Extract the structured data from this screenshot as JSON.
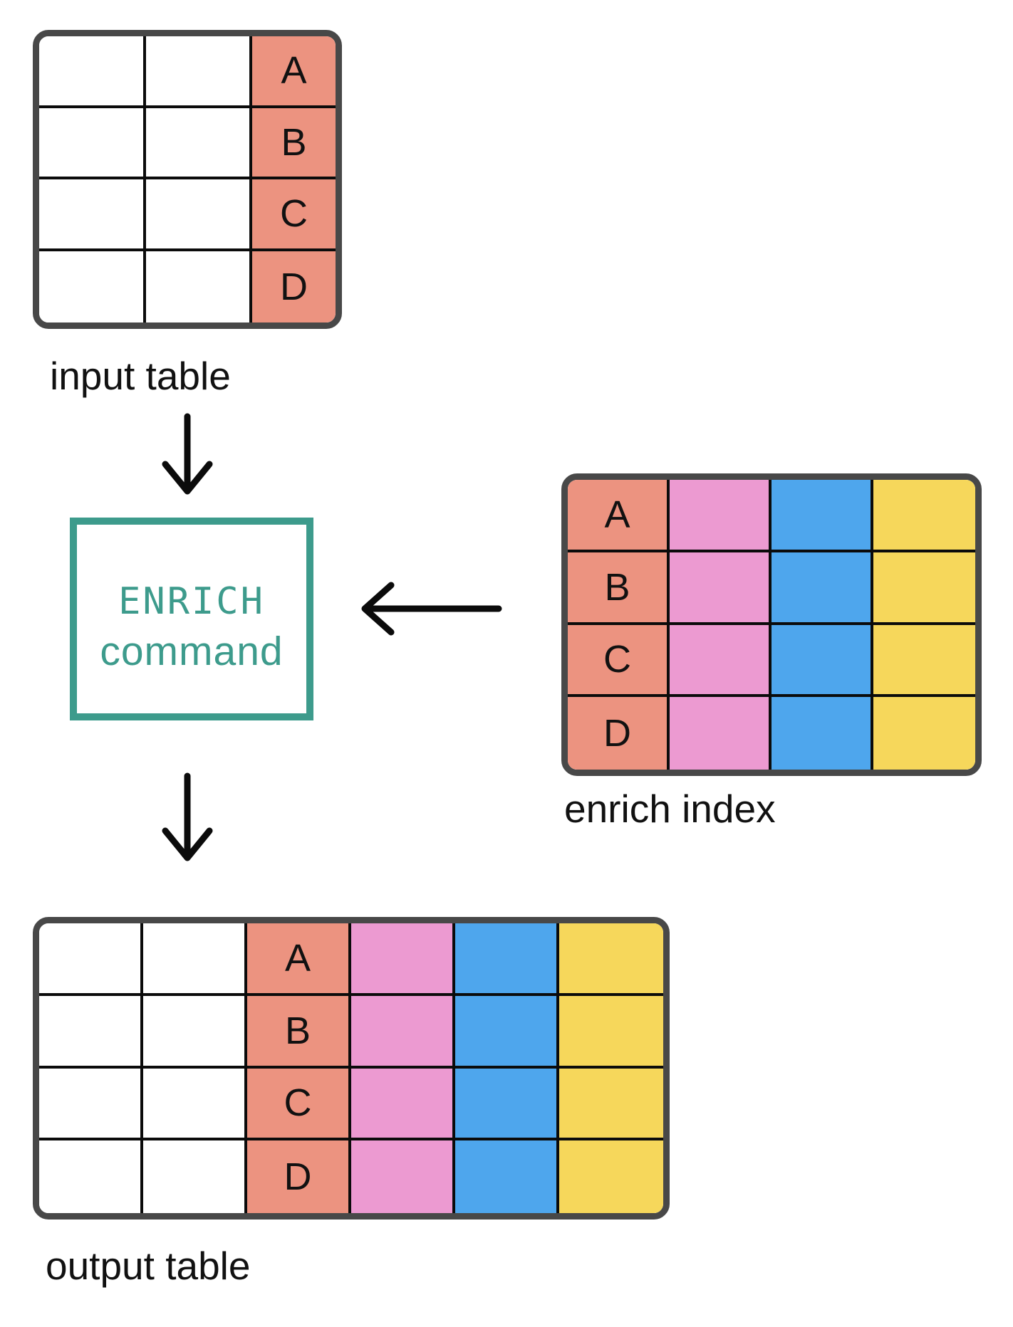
{
  "palette": {
    "salmon": "#ec9380",
    "pink": "#ec9ad1",
    "blue": "#4ea6ed",
    "yellow": "#f6d75b",
    "teal": "#3d9b8c",
    "table_border": "#484848",
    "gridline": "#0b0b0b",
    "ink": "#111111",
    "background": "#ffffff"
  },
  "input_table": {
    "label": "input table",
    "rows": [
      [
        {
          "color": "white",
          "text": ""
        },
        {
          "color": "white",
          "text": ""
        },
        {
          "color": "salmon",
          "text": "A"
        }
      ],
      [
        {
          "color": "white",
          "text": ""
        },
        {
          "color": "white",
          "text": ""
        },
        {
          "color": "salmon",
          "text": "B"
        }
      ],
      [
        {
          "color": "white",
          "text": ""
        },
        {
          "color": "white",
          "text": ""
        },
        {
          "color": "salmon",
          "text": "C"
        }
      ],
      [
        {
          "color": "white",
          "text": ""
        },
        {
          "color": "white",
          "text": ""
        },
        {
          "color": "salmon",
          "text": "D"
        }
      ]
    ]
  },
  "enrich_index": {
    "label": "enrich index",
    "rows": [
      [
        {
          "color": "salmon",
          "text": "A"
        },
        {
          "color": "pink",
          "text": ""
        },
        {
          "color": "blue",
          "text": ""
        },
        {
          "color": "yellow",
          "text": ""
        }
      ],
      [
        {
          "color": "salmon",
          "text": "B"
        },
        {
          "color": "pink",
          "text": ""
        },
        {
          "color": "blue",
          "text": ""
        },
        {
          "color": "yellow",
          "text": ""
        }
      ],
      [
        {
          "color": "salmon",
          "text": "C"
        },
        {
          "color": "pink",
          "text": ""
        },
        {
          "color": "blue",
          "text": ""
        },
        {
          "color": "yellow",
          "text": ""
        }
      ],
      [
        {
          "color": "salmon",
          "text": "D"
        },
        {
          "color": "pink",
          "text": ""
        },
        {
          "color": "blue",
          "text": ""
        },
        {
          "color": "yellow",
          "text": ""
        }
      ]
    ]
  },
  "output_table": {
    "label": "output table",
    "rows": [
      [
        {
          "color": "white",
          "text": ""
        },
        {
          "color": "white",
          "text": ""
        },
        {
          "color": "salmon",
          "text": "A"
        },
        {
          "color": "pink",
          "text": ""
        },
        {
          "color": "blue",
          "text": ""
        },
        {
          "color": "yellow",
          "text": ""
        }
      ],
      [
        {
          "color": "white",
          "text": ""
        },
        {
          "color": "white",
          "text": ""
        },
        {
          "color": "salmon",
          "text": "B"
        },
        {
          "color": "pink",
          "text": ""
        },
        {
          "color": "blue",
          "text": ""
        },
        {
          "color": "yellow",
          "text": ""
        }
      ],
      [
        {
          "color": "white",
          "text": ""
        },
        {
          "color": "white",
          "text": ""
        },
        {
          "color": "salmon",
          "text": "C"
        },
        {
          "color": "pink",
          "text": ""
        },
        {
          "color": "blue",
          "text": ""
        },
        {
          "color": "yellow",
          "text": ""
        }
      ],
      [
        {
          "color": "white",
          "text": ""
        },
        {
          "color": "white",
          "text": ""
        },
        {
          "color": "salmon",
          "text": "D"
        },
        {
          "color": "pink",
          "text": ""
        },
        {
          "color": "blue",
          "text": ""
        },
        {
          "color": "yellow",
          "text": ""
        }
      ]
    ]
  },
  "command_box": {
    "line1": "ENRICH",
    "line2": "command"
  }
}
